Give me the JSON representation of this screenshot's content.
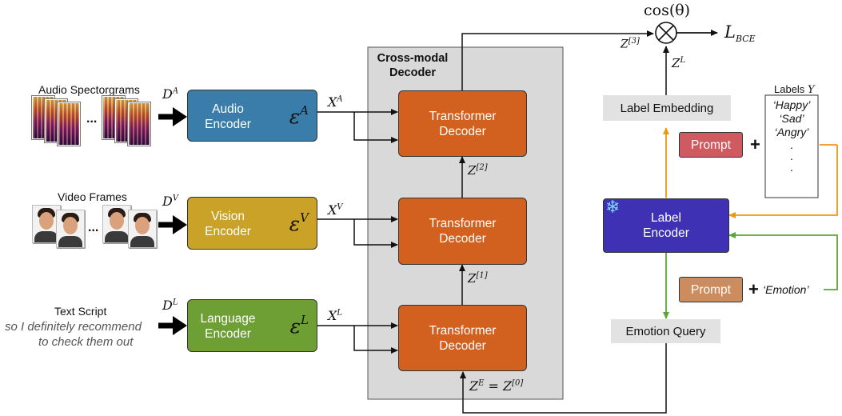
{
  "encoders": {
    "audio": {
      "label": "Audio\nEncoder",
      "symbol": "ε",
      "sup": "A",
      "color": "#3a7daa"
    },
    "vision": {
      "label": "Vision\nEncoder",
      "symbol": "ε",
      "sup": "V",
      "color": "#c9a227"
    },
    "language": {
      "label": "Language\nEncoder",
      "symbol": "ε",
      "sup": "L",
      "color": "#6e9f34"
    }
  },
  "inputs": {
    "audio_title": "Audio Spectorgrams",
    "video_title": "Video Frames",
    "text_title": "Text Script",
    "text_line1": "so I definitely recommend",
    "text_line2": "to check them out",
    "ellipsis": "..."
  },
  "math": {
    "da": "D",
    "da_sup": "A",
    "dv": "D",
    "dv_sup": "V",
    "dl": "D",
    "dl_sup": "L",
    "xa": "X",
    "xa_sup": "A",
    "xv": "X",
    "xv_sup": "V",
    "xl": "X",
    "xl_sup": "L",
    "z2": "Z",
    "z2_sup": "[2]",
    "z1": "Z",
    "z1_sup": "[1]",
    "z3": "Z",
    "z3_sup": "[3]",
    "ze": "Z",
    "ze_sup": "E",
    "ze_eq": " = Z",
    "ze_sup2": "[0]",
    "zl": "Z",
    "zl_sup": "L",
    "cos": "cos(θ)",
    "lbce": "L",
    "lbce_sub": "BCE",
    "otimes": "⊗"
  },
  "decoder": {
    "title_line1": "Cross-modal",
    "title_line2": "Decoder",
    "block_label": "Transformer\nDecoder",
    "block_color": "#d2611f",
    "panel_color": "#d9d9d9"
  },
  "right": {
    "label_embedding": "Label Embedding",
    "label_encoder": "Label\nEncoder",
    "label_encoder_color": "#3e31b4",
    "snowflake": "❄",
    "prompt1": "Prompt",
    "prompt1_color": "#cf5a5f",
    "prompt2": "Prompt",
    "prompt2_color": "#cd8c5d",
    "plus": "+",
    "emotion": "‘Emotion’",
    "emotion_query": "Emotion Query",
    "labels_title": "Labels",
    "labels_sym": "Y",
    "labels": [
      "‘Happy’",
      "‘Sad’",
      "‘Angry’",
      ".",
      ".",
      "."
    ]
  },
  "colors": {
    "orange_arrow": "#f0960f",
    "green_arrow": "#5aa833"
  }
}
